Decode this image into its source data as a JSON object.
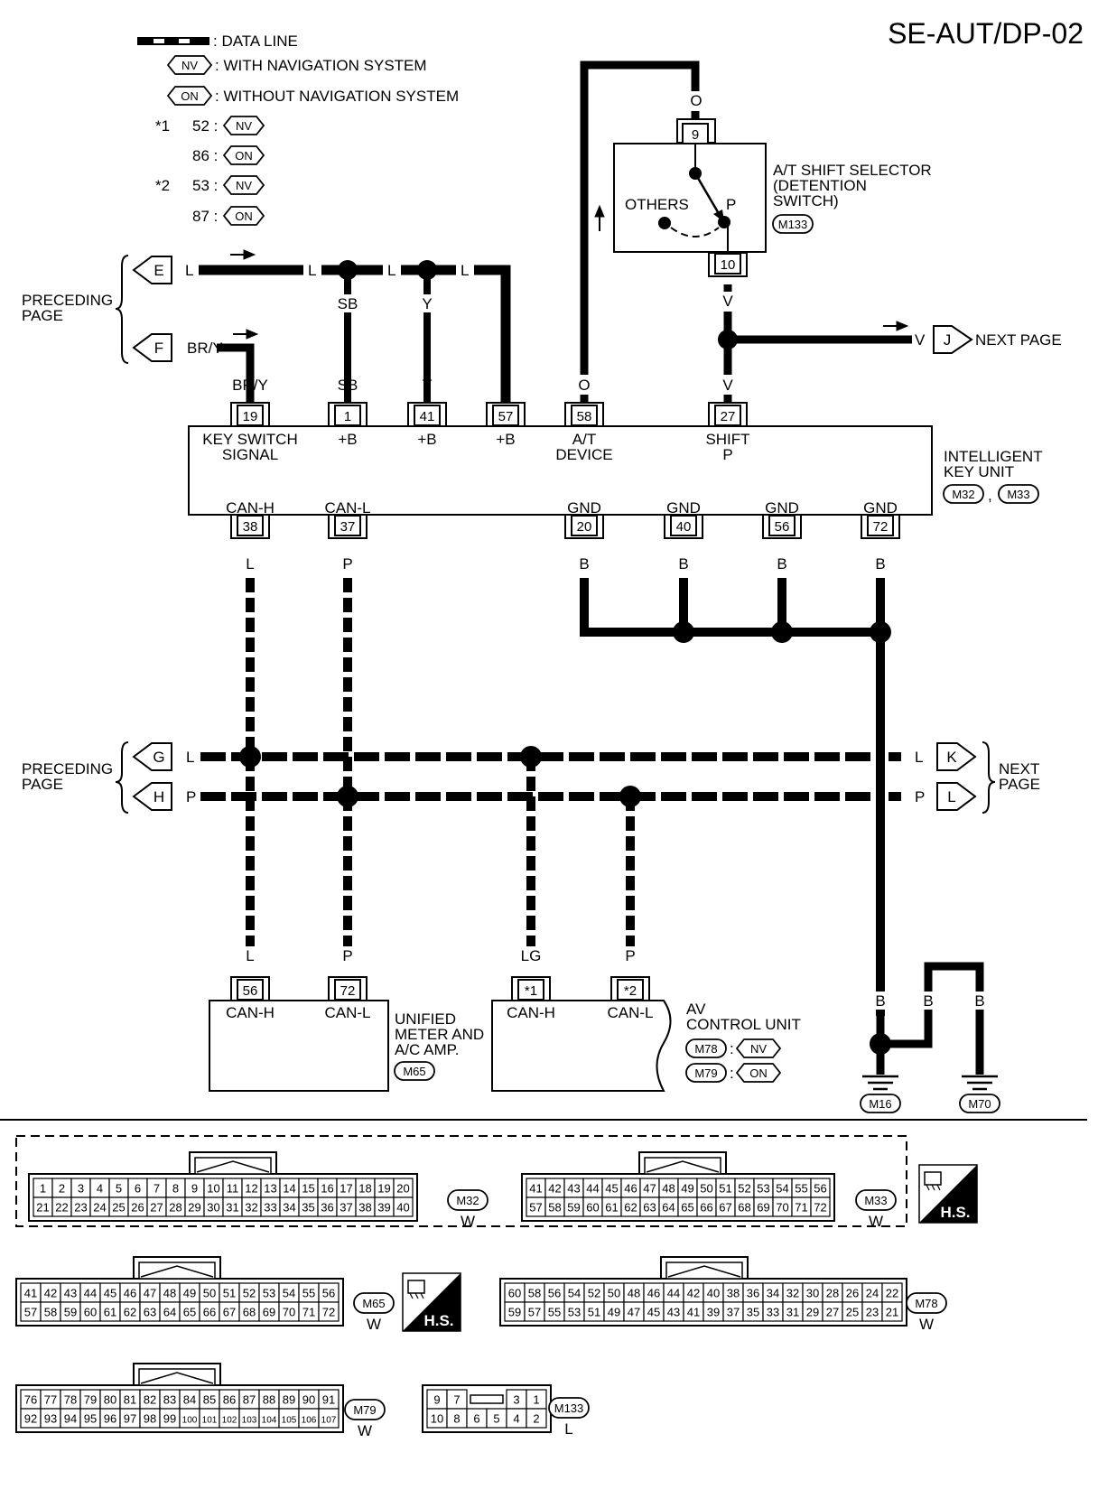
{
  "page_code": "SE-AUT/DP-02",
  "legend": {
    "data_line": ": DATA LINE",
    "nv_tag": "NV",
    "on_tag": "ON",
    "with_nav": ": WITH NAVIGATION SYSTEM",
    "without_nav": ": WITHOUT NAVIGATION SYSTEM",
    "star1": "*1",
    "star2": "*2",
    "r52": "52 :",
    "r86": "86 :",
    "r53": "53 :",
    "r87": "87 :"
  },
  "preceding_page_top": [
    "PRECEDING",
    "PAGE"
  ],
  "preceding_page_mid": [
    "PRECEDING",
    "PAGE"
  ],
  "next_page_mid": [
    "NEXT",
    "PAGE"
  ],
  "next_page_j": "NEXT PAGE",
  "connectors": {
    "E": "E",
    "F": "F",
    "G": "G",
    "H": "H",
    "J": "J",
    "K": "K",
    "L": "L"
  },
  "wire_colors": {
    "L": "L",
    "SB": "SB",
    "Y": "Y",
    "BRY": "BR/Y",
    "O": "O",
    "V": "V",
    "P": "P",
    "B": "B",
    "LG": "LG"
  },
  "selector": {
    "name": [
      "A/T SHIFT SELECTOR",
      "(DETENTION",
      " SWITCH)"
    ],
    "conn": "M133",
    "pin_top": "9",
    "pin_bot": "10",
    "others": "OTHERS",
    "p": "P"
  },
  "key_unit": {
    "name": [
      "INTELLIGENT",
      "KEY UNIT"
    ],
    "conn1": "M32",
    "conn2": "M33",
    "comma": ",",
    "top_pins": [
      {
        "pin": "19",
        "label": "KEY SWITCH",
        "label2": "SIGNAL"
      },
      {
        "pin": "1",
        "label": "+B",
        "label2": ""
      },
      {
        "pin": "41",
        "label": "+B",
        "label2": ""
      },
      {
        "pin": "57",
        "label": "+B",
        "label2": ""
      },
      {
        "pin": "58",
        "label": "A/T",
        "label2": "DEVICE"
      },
      {
        "pin": "27",
        "label": "SHIFT",
        "label2": "P"
      }
    ],
    "bottom_pins": [
      {
        "pin": "38",
        "label": "CAN-H"
      },
      {
        "pin": "37",
        "label": "CAN-L"
      },
      {
        "pin": "20",
        "label": "GND"
      },
      {
        "pin": "40",
        "label": "GND"
      },
      {
        "pin": "56",
        "label": "GND"
      },
      {
        "pin": "72",
        "label": "GND"
      }
    ]
  },
  "meter": {
    "name": [
      "UNIFIED",
      "METER AND",
      "A/C AMP."
    ],
    "conn": "M65",
    "pins": [
      {
        "pin": "56",
        "label": "CAN-H"
      },
      {
        "pin": "72",
        "label": "CAN-L"
      }
    ]
  },
  "av_unit": {
    "name": [
      "AV",
      "CONTROL UNIT"
    ],
    "conn1": "M78",
    "conn2": "M79",
    "tag1": "NV",
    "tag2": "ON",
    "colon": ":",
    "pins": [
      {
        "pin": "*1",
        "label": "CAN-H"
      },
      {
        "pin": "*2",
        "label": "CAN-L"
      }
    ]
  },
  "grounds": [
    "M16",
    "M70"
  ],
  "connector_views": {
    "m32_row1": [
      "1",
      "2",
      "3",
      "4",
      "5",
      "6",
      "7",
      "8",
      "9",
      "10",
      "11",
      "12",
      "13",
      "14",
      "15",
      "16",
      "17",
      "18",
      "19",
      "20"
    ],
    "m32_row2": [
      "21",
      "22",
      "23",
      "24",
      "25",
      "26",
      "27",
      "28",
      "29",
      "30",
      "31",
      "32",
      "33",
      "34",
      "35",
      "36",
      "37",
      "38",
      "39",
      "40"
    ],
    "m33_row1": [
      "41",
      "42",
      "43",
      "44",
      "45",
      "46",
      "47",
      "48",
      "49",
      "50",
      "51",
      "52",
      "53",
      "54",
      "55",
      "56"
    ],
    "m33_row2": [
      "57",
      "58",
      "59",
      "60",
      "61",
      "62",
      "63",
      "64",
      "65",
      "66",
      "67",
      "68",
      "69",
      "70",
      "71",
      "72"
    ],
    "m65_row1": [
      "41",
      "42",
      "43",
      "44",
      "45",
      "46",
      "47",
      "48",
      "49",
      "50",
      "51",
      "52",
      "53",
      "54",
      "55",
      "56"
    ],
    "m65_row2": [
      "57",
      "58",
      "59",
      "60",
      "61",
      "62",
      "63",
      "64",
      "65",
      "66",
      "67",
      "68",
      "69",
      "70",
      "71",
      "72"
    ],
    "m78_row1": [
      "60",
      "58",
      "56",
      "54",
      "52",
      "50",
      "48",
      "46",
      "44",
      "42",
      "40",
      "38",
      "36",
      "34",
      "32",
      "30",
      "28",
      "26",
      "24",
      "22"
    ],
    "m78_row2": [
      "59",
      "57",
      "55",
      "53",
      "51",
      "49",
      "47",
      "45",
      "43",
      "41",
      "39",
      "37",
      "35",
      "33",
      "31",
      "29",
      "27",
      "25",
      "23",
      "21"
    ],
    "m79_row1": [
      "76",
      "77",
      "78",
      "79",
      "80",
      "81",
      "82",
      "83",
      "84",
      "85",
      "86",
      "87",
      "88",
      "89",
      "90",
      "91"
    ],
    "m79_row2": [
      "92",
      "93",
      "94",
      "95",
      "96",
      "97",
      "98",
      "99",
      "100",
      "101",
      "102",
      "103",
      "104",
      "105",
      "106",
      "107"
    ],
    "m133_row1": [
      "9",
      "7",
      "",
      "3",
      "1"
    ],
    "m133_row2": [
      "10",
      "8",
      "6",
      "5",
      "4",
      "2"
    ],
    "labels": {
      "M32": "M32",
      "M33": "M33",
      "M65": "M65",
      "M78": "M78",
      "M79": "M79",
      "M133": "M133"
    },
    "colors": {
      "M32": "W",
      "M33": "W",
      "M65": "W",
      "M78": "W",
      "M79": "W",
      "M133": "L"
    },
    "hs": "H.S."
  }
}
